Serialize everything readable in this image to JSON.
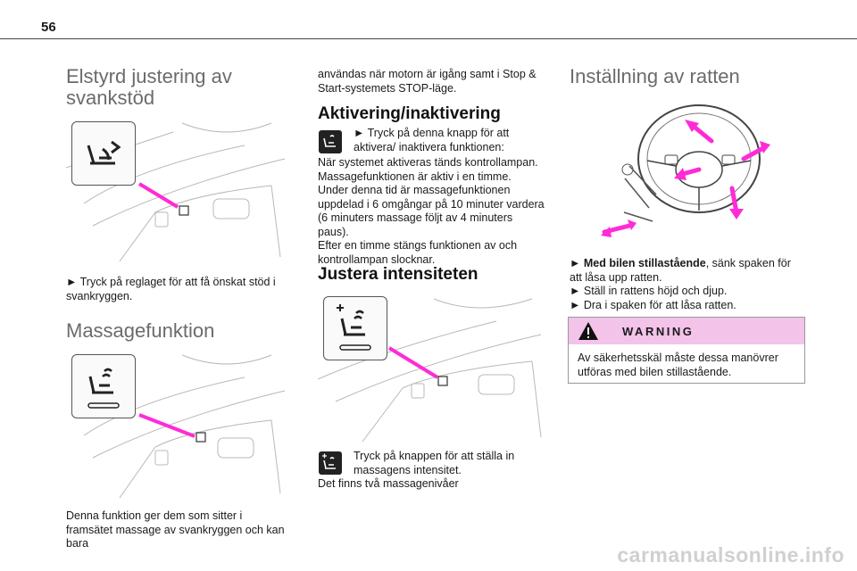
{
  "page_number": "56",
  "left": {
    "heading_lumbar": "Elstyrd justering av svankstöd",
    "lumbar_text": "► Tryck på reglaget för att få önskat stöd i svankryggen.",
    "heading_massage": "Massagefunktion",
    "massage_text": "Denna funktion ger dem som sitter i framsätet massage av svankryggen och kan bara"
  },
  "middle": {
    "cont_text": "användas när motorn är igång samt i Stop & Start-systemets STOP-läge.",
    "heading_activation": "Aktivering/inaktivering",
    "activation_step": "► Tryck på denna knapp för att aktivera/ inaktivera funktionen:",
    "activation_lines": [
      "När systemet aktiveras tänds kontrollampan.",
      "Massagefunktionen är aktiv i en timme.",
      "Under denna tid är massagefunktionen uppdelad i 6 omgångar på 10 minuter vardera (6 minuters massage följt av 4 minuters paus).",
      "Efter en timme stängs funktionen av och kontrollampan slocknar."
    ],
    "heading_intensity": "Justera intensiteten",
    "intensity_step": "Tryck på knappen för att ställa in massagens intensitet.",
    "intensity_levels": "Det finns två massagenivåer"
  },
  "right": {
    "heading_steering": "Inställning av ratten",
    "step1_bold": "Med bilen stillastående",
    "step1_rest": ", sänk spaken för att låsa upp ratten.",
    "step2": "Ställ in rattens höjd och djup.",
    "step3": "Dra i spaken för att låsa ratten.",
    "bullet": "►",
    "warning_title": "WARNING",
    "warning_text": "Av säkerhetsskäl måste dessa manövrer utföras med bilen stillastående."
  },
  "footer": "carmanualsonline.info",
  "colors": {
    "accent_magenta": "#ff2bd6",
    "warning_bg": "#f3c3ea"
  },
  "icons": [
    "lumbar-icon",
    "massage-icon",
    "massage-intensity-icon",
    "warning-triangle-icon",
    "seat-control-illustration",
    "steering-wheel-illustration"
  ]
}
